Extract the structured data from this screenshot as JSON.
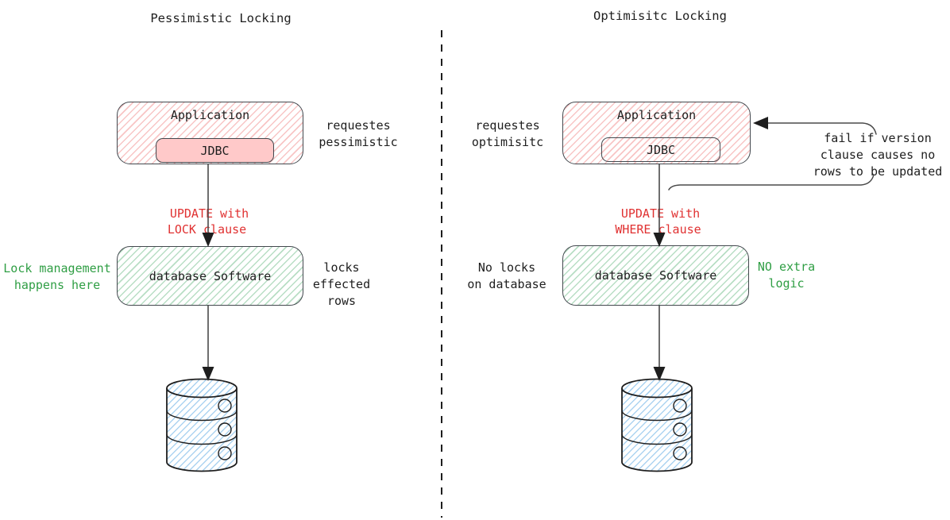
{
  "diagram_type": "comparison-flow-diagram",
  "colors": {
    "background": "#ffffff",
    "ink": "#1e1e1e",
    "box_border": "#43484e",
    "arrow": "#4a4a4a",
    "red_text": "#e03131",
    "green_text": "#2f9e44",
    "pink_fill": "#ffc9c9",
    "pink_hatch": "#f28b8b",
    "green_hatch": "#56b074",
    "blue_hatch": "#9ccbee"
  },
  "left": {
    "title": "Pessimistic Locking",
    "app_label": "Application",
    "jdbc_label": "JDBC",
    "request_note": "requestes\npessimistic",
    "arrow_label": "UPDATE with\nLOCK clause",
    "db_label": "database Software",
    "lock_note": "Lock management\nhappens here",
    "locks_note": "locks\neffected rows"
  },
  "right": {
    "title": "Optimisitc Locking",
    "request_note": "requestes\noptimisitc",
    "app_label": "Application",
    "jdbc_label": "JDBC",
    "arrow_label": "UPDATE with\nWHERE clause",
    "db_label": "database Software",
    "no_locks_note": "No locks\non database",
    "no_extra_note": "NO extra\nlogic",
    "fail_note": "fail if version\nclause causes no\nrows to be updated"
  }
}
